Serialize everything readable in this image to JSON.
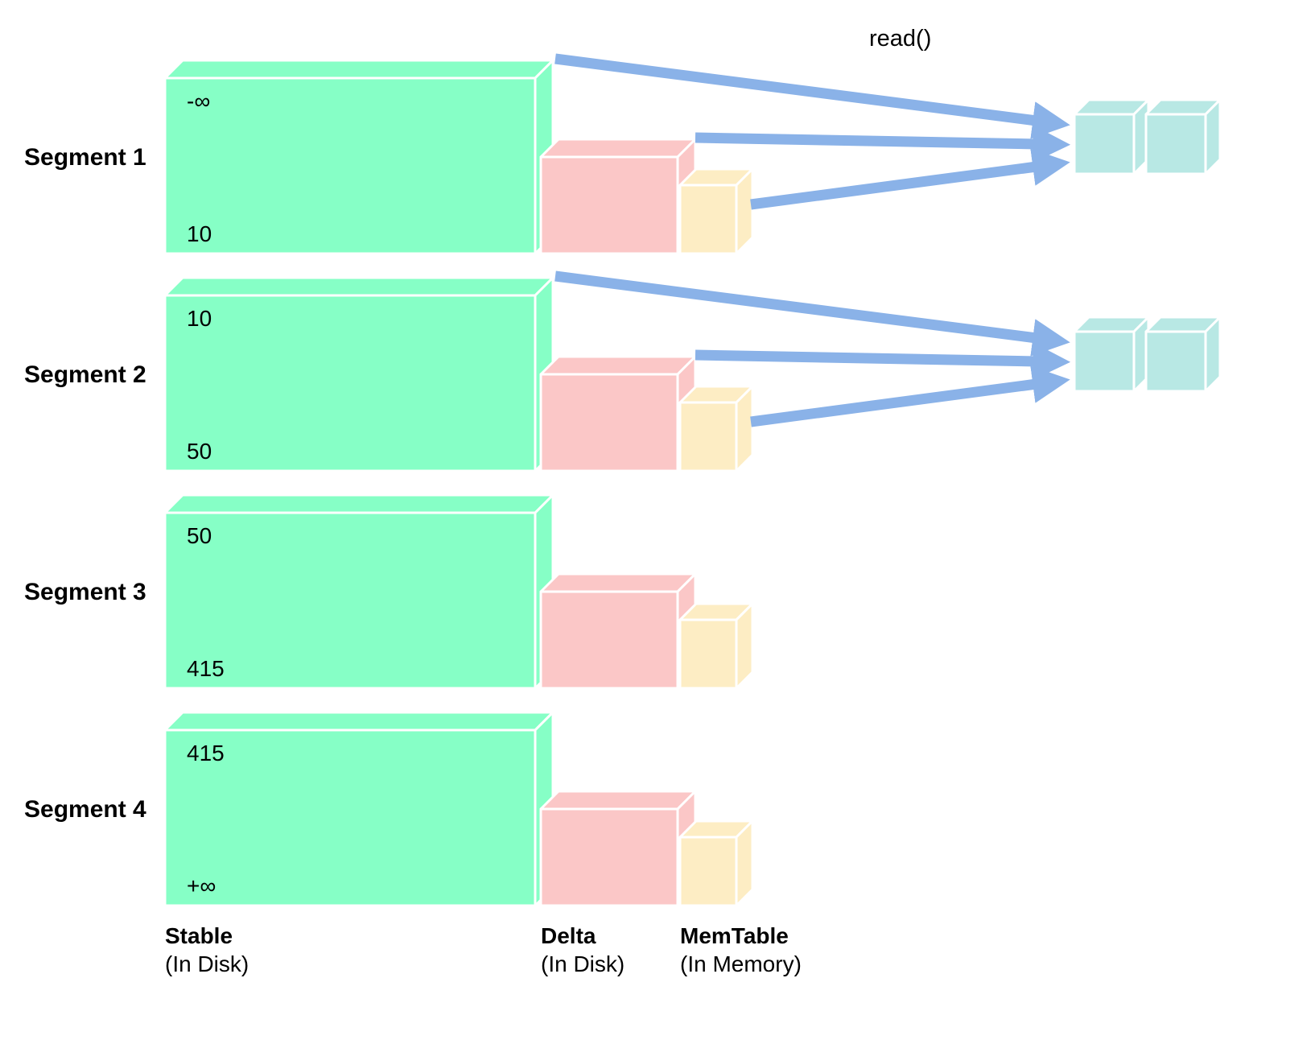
{
  "diagram": {
    "read_label": "read()"
  },
  "colors": {
    "stable": "#86FFC6",
    "delta": "#FBC7C7",
    "memtable": "#FDEDC4",
    "block": "#B8E8E4",
    "arrow": "#8AB2E8",
    "text": "#000000",
    "background": "#FFFFFF"
  },
  "segments": [
    {
      "label": "Segment 1",
      "range_start": "-∞",
      "range_end": "10"
    },
    {
      "label": "Segment 2",
      "range_start": "10",
      "range_end": "50"
    },
    {
      "label": "Segment 3",
      "range_start": "50",
      "range_end": "415"
    },
    {
      "label": "Segment 4",
      "range_start": "415",
      "range_end": "+∞"
    }
  ],
  "legend": {
    "stable_name": "Stable",
    "stable_location": "(In Disk)",
    "delta_name": "Delta",
    "delta_location": "(In Disk)",
    "memtable_name": "MemTable",
    "memtable_location": "(In Memory)"
  }
}
